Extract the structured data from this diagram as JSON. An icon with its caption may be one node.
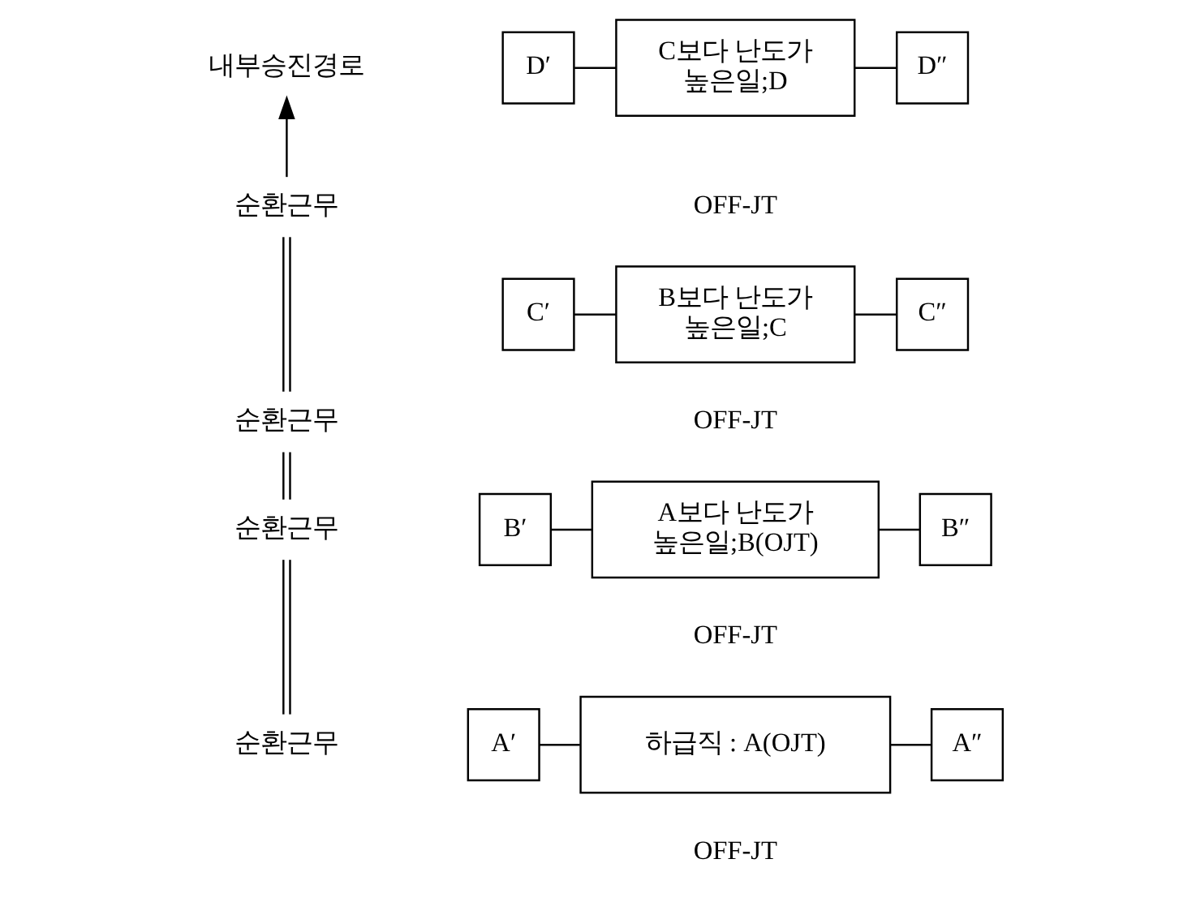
{
  "diagram": {
    "nodes": [
      {
        "text": [
          "내부승진경로"
        ]
      },
      {
        "text": [
          "D′"
        ]
      },
      {
        "text": [
          "C보다 난도가 높은일;D"
        ],
        "beside": [
          "OFF-JT"
        ]
      },
      {
        "text": [
          "D″"
        ]
      },
      {
        "text": [
          "순환근무"
        ]
      },
      {
        "text": [
          "C′"
        ]
      },
      {
        "text": [
          "B보다 난도가 높은일;C"
        ],
        "beside": [
          "OFF-JT"
        ]
      },
      {
        "text": [
          "C″"
        ]
      },
      {
        "text": [
          "순환근무"
        ]
      },
      {
        "text": [
          "B′"
        ]
      },
      {
        "text": [
          "A보다 난도가 높은일;B(OJT)"
        ],
        "beside": [
          "OFF-JT"
        ]
      },
      {
        "text": [
          "B″"
        ]
      },
      {
        "text": [
          "순환근무"
        ]
      },
      {
        "text": [
          "순환근무"
        ]
      },
      {
        "text": [
          "A′"
        ]
      },
      {
        "text": [
          "하급직 : A(OJT)"
        ],
        "beside": [
          "OFF-JT"
        ]
      },
      {
        "text": [
          "A″"
        ]
      }
    ],
    "edges": [
      {
        "from": 1,
        "to": 2,
        "arrow": "none"
      },
      {
        "from": 2,
        "to": 3,
        "arrow": "none"
      },
      {
        "from": 5,
        "to": 6,
        "arrow": "none"
      },
      {
        "from": 6,
        "to": 7,
        "arrow": "none"
      },
      {
        "from": 9,
        "to": 10,
        "arrow": "none"
      },
      {
        "from": 10,
        "to": 11,
        "arrow": "none"
      },
      {
        "from": 14,
        "to": 15,
        "arrow": "none"
      },
      {
        "from": 15,
        "to": 16,
        "arrow": "none"
      },
      {
        "from": 13,
        "to": 12,
        "arrow": "none"
      },
      {
        "from": 12,
        "to": 8,
        "arrow": "none"
      },
      {
        "from": 8,
        "to": 4,
        "arrow": "none"
      },
      {
        "from": 4,
        "to": 0,
        "arrow": "to"
      }
    ]
  }
}
